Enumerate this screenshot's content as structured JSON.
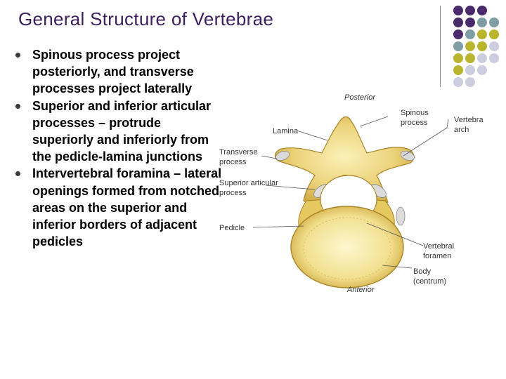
{
  "title": "General Structure of Vertebrae",
  "bullets": [
    "Spinous process project posteriorly, and transverse processes project laterally",
    "Superior and inferior articular processes – protrude superiorly and inferiorly from the pedicle-lamina junctions",
    "Intervertebral foramina – lateral openings formed from notched areas on the superior and inferior borders of adjacent pedicles"
  ],
  "figure_labels": {
    "posterior": "Posterior",
    "spinous_1": "Spinous",
    "spinous_2": "process",
    "vertebral_arch_1": "Vertebral",
    "vertebral_arch_2": "arch",
    "lamina": "Lamina",
    "transverse_1": "Transverse",
    "transverse_2": "process",
    "superior_articular_1": "Superior articular",
    "superior_articular_2": "process",
    "pedicle": "Pedicle",
    "vertebral_foramen_1": "Vertebral",
    "vertebral_foramen_2": "foramen",
    "body_1": "Body",
    "body_2": "(centrum)",
    "anterior": "Anterior"
  },
  "colors": {
    "title": "#3d1f5c",
    "purple": "#4a2a6b",
    "teal": "#7f9ea3",
    "olive": "#b9b52d",
    "lavender": "#cdcde0",
    "bone": "#e8cf6a",
    "bone_dark": "#b8942a"
  },
  "decoration_dots": [
    [
      "purple",
      "purple",
      "purple",
      ""
    ],
    [
      "purple",
      "purple",
      "teal",
      "teal"
    ],
    [
      "purple",
      "teal",
      "olive",
      "olive"
    ],
    [
      "teal",
      "olive",
      "olive",
      "lavender"
    ],
    [
      "olive",
      "olive",
      "lavender",
      "lavender"
    ],
    [
      "olive",
      "lavender",
      "lavender",
      ""
    ],
    [
      "lavender",
      "lavender",
      "",
      ""
    ]
  ]
}
